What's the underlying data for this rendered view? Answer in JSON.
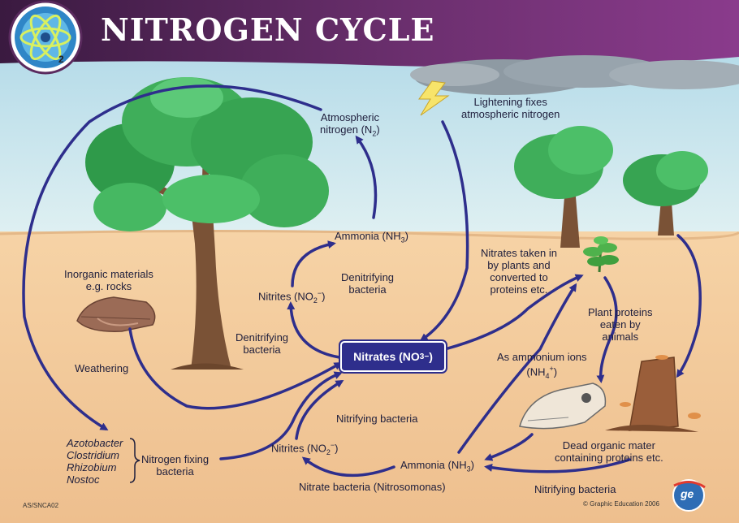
{
  "title": "NITROGEN CYCLE",
  "badge_number": "2",
  "labels": {
    "atmospheric": {
      "line1": "Atmospheric",
      "line2": "nitrogen (N",
      "sub": "2",
      "end": ")"
    },
    "lightening": {
      "line1": "Lightening fixes",
      "line2": "atmospheric nitrogen"
    },
    "ammonia_top": {
      "text": "Ammonia (NH",
      "sub": "3",
      "end": ")"
    },
    "denitrifying_right": {
      "line1": "Denitrifying",
      "line2": "bacteria"
    },
    "nitrites_top": {
      "text": "Nitrites (NO",
      "sub": "2",
      "sup": "−",
      "end": ")"
    },
    "denitrifying_left": {
      "line1": "Denitrifying",
      "line2": "bacteria"
    },
    "inorganic": {
      "line1": "Inorganic materials",
      "line2": "e.g. rocks"
    },
    "weathering": "Weathering",
    "nitrates_box": {
      "text": "Nitrates (NO",
      "sub": "3",
      "sup": "−",
      "end": ")"
    },
    "nitrates_taken": {
      "line1": "Nitrates taken in",
      "line2": "by plants and",
      "line3": "converted to",
      "line4": "proteins etc."
    },
    "plant_proteins": {
      "line1": "Plant proteins",
      "line2": "eaten by",
      "line3": "animals"
    },
    "ammonium": {
      "line1": "As ammonium ions",
      "line2a": "(NH",
      "sub": "4",
      "sup": "+",
      "end": ")"
    },
    "nitrifying_mid": "Nitrifying bacteria",
    "nitrites_bottom": {
      "text": "Nitrites (NO",
      "sub": "2",
      "sup": "−",
      "end": ")"
    },
    "ammonia_bottom": {
      "text": "Ammonia (NH",
      "sub": "3",
      "end": ")"
    },
    "dead_organic": {
      "line1": "Dead organic mater",
      "line2": "containing proteins etc."
    },
    "nitrate_bacteria": "Nitrate bacteria (Nitrosomonas)",
    "nitrifying_bottom": "Nitrifying bacteria",
    "nitrogen_fixing": {
      "line1": "Nitrogen fixing",
      "line2": "bacteria"
    },
    "bacteria_species": [
      "Azotobacter",
      "Clostridium",
      "Rhizobium",
      "Nostoc"
    ]
  },
  "footer": {
    "code": "AS/SNCA02",
    "copyright": "© Graphic Education 2006",
    "logo_text": "ge"
  },
  "colors": {
    "arrow": "#2e2e8c",
    "sky": "#c7e3ee",
    "ground": "#f2c89a",
    "banner": "#5a2a5e",
    "tree_green": "#3fae5a"
  }
}
